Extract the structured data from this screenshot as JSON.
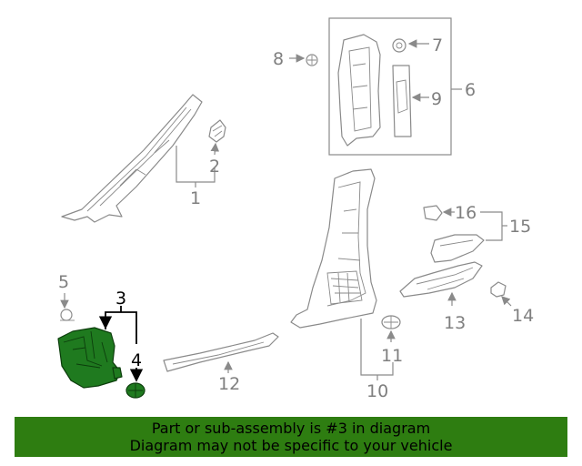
{
  "diagram": {
    "highlight_color": "#2e7d11",
    "callouts": [
      "1",
      "2",
      "3",
      "4",
      "5",
      "6",
      "7",
      "8",
      "9",
      "10",
      "11",
      "12",
      "13",
      "14",
      "15",
      "16"
    ],
    "highlighted_callouts": [
      "3",
      "4"
    ]
  },
  "banner": {
    "line1": "Part or sub-assembly is #3 in diagram",
    "line2": "Diagram may not be specific to your vehicle"
  }
}
